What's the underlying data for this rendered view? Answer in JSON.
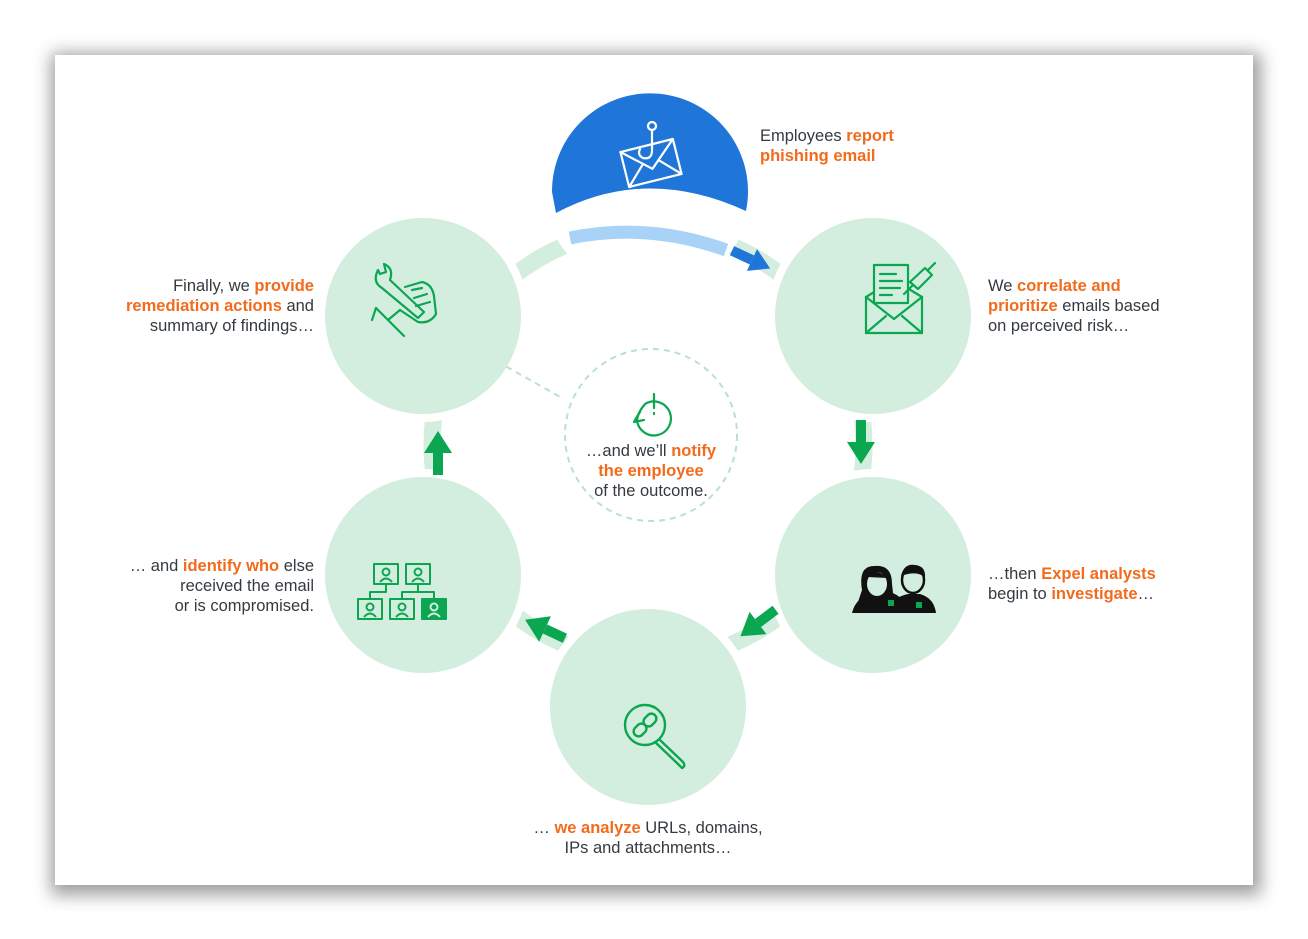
{
  "steps": {
    "report": {
      "icon": "phishing-email-icon",
      "line1_pre": "Employees ",
      "line1_hl": "report",
      "line2_hl": "phishing email"
    },
    "correlate": {
      "icon": "prioritized-email-icon",
      "line1_pre": "We ",
      "line1_hl": "correlate and",
      "line2_hl": "prioritize",
      "line2_post": " emails based",
      "line3": "on perceived risk…"
    },
    "investigate": {
      "icon": "analysts-icon",
      "line1_pre": "…then ",
      "line1_hl": "Expel analysts",
      "line2_pre": "begin to ",
      "line2_hl": "investigate",
      "line2_post": "…"
    },
    "analyze": {
      "icon": "link-magnifier-icon",
      "line1_pre": "… ",
      "line1_hl": "we analyze",
      "line1_post": " URLs, domains,",
      "line2": "IPs and attachments…"
    },
    "identify": {
      "icon": "org-chart-icon",
      "line1_pre": "… and ",
      "line1_hl": "identify who",
      "line1_post": " else",
      "line2": "received the email",
      "line3": "or is compromised."
    },
    "remediate": {
      "icon": "wrench-hand-icon",
      "line1_pre": "Finally, we ",
      "line1_hl": "provide",
      "line2_hl": "remediation actions",
      "line2_post": " and",
      "line3": "summary of findings…"
    }
  },
  "center": {
    "icon": "alert-bubble-icon",
    "line1_pre": "…and we’ll ",
    "line1_hl": "notify",
    "line2_hl": "the employee",
    "line3": "of the outcome."
  },
  "colors": {
    "blue": "#1f76d8",
    "light_blue": "#a9d2f7",
    "mint": "#d3eedf",
    "green": "#0aa650",
    "orange": "#f26b1d",
    "text": "#333a40"
  }
}
